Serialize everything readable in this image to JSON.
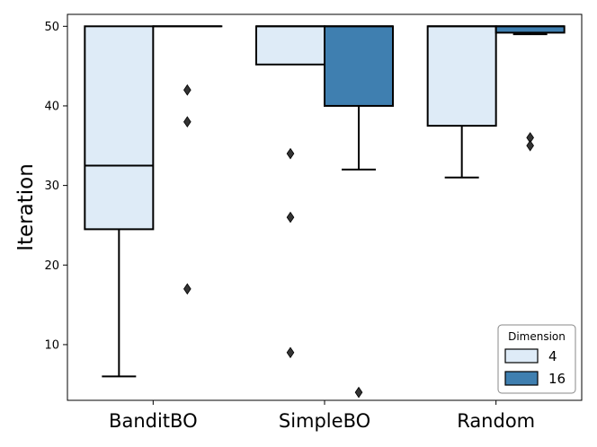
{
  "chart_data": {
    "type": "box",
    "ylabel": "Iteration",
    "ylim": [
      3,
      51.5
    ],
    "yticks": [
      10,
      20,
      30,
      40,
      50
    ],
    "categories": [
      "BanditBO",
      "SimpleBO",
      "Random"
    ],
    "legend": {
      "title": "Dimension",
      "placement": "lower-right"
    },
    "series": [
      {
        "name": "4",
        "color": "#deebf7",
        "boxes": [
          {
            "category": "BanditBO",
            "whisker_low": 6,
            "q1": 24.5,
            "median": 32.5,
            "q3": 50,
            "whisker_high": 50,
            "outliers": []
          },
          {
            "category": "SimpleBO",
            "whisker_low": 45.2,
            "q1": 45.2,
            "median": 50,
            "q3": 50,
            "whisker_high": 50,
            "outliers": [
              34,
              26,
              9
            ]
          },
          {
            "category": "Random",
            "whisker_low": 31,
            "q1": 37.5,
            "median": 50,
            "q3": 50,
            "whisker_high": 50,
            "outliers": []
          }
        ]
      },
      {
        "name": "16",
        "color": "#3f7fb0",
        "boxes": [
          {
            "category": "BanditBO",
            "whisker_low": 50,
            "q1": 50,
            "median": 50,
            "q3": 50,
            "whisker_high": 50,
            "outliers": [
              42,
              38,
              17
            ]
          },
          {
            "category": "SimpleBO",
            "whisker_low": 32,
            "q1": 40,
            "median": 50,
            "q3": 50,
            "whisker_high": 50,
            "outliers": [
              4
            ]
          },
          {
            "category": "Random",
            "whisker_low": 49,
            "q1": 49.2,
            "median": 50,
            "q3": 50,
            "whisker_high": 50,
            "outliers": [
              36,
              35
            ]
          }
        ]
      }
    ]
  }
}
